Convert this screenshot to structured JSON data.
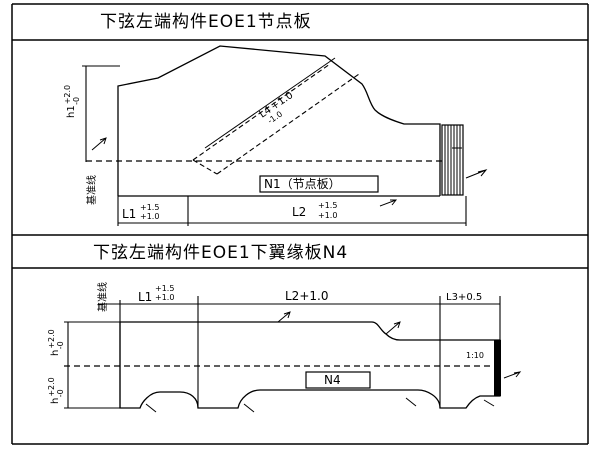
{
  "sections": [
    {
      "title": "下弦左端构件EOE1节点板"
    },
    {
      "title": "下弦左端构件EOE1下翼缘板N4"
    }
  ],
  "plate1": {
    "height_label": "h1",
    "height_tol_plus": "+2.0",
    "height_tol_minus": "-0",
    "diag_label": "L4",
    "diag_tol": "+1.0",
    "diag_tol_minus": "-1.0",
    "part_label": "N1（节点板）",
    "axis_label": "基准线",
    "l1_label": "L1",
    "l1_tol_plus": "+1.5",
    "l1_tol_minus": "+1.0",
    "l2_label": "L2",
    "l2_tol_plus": "+1.5",
    "l2_tol_minus": "+1.0"
  },
  "plate2": {
    "axis_label": "基准线",
    "l1_label": "L1",
    "l1_tol_plus": "+1.5",
    "l1_tol_minus": "+1.0",
    "l2_label": "L2+1.0",
    "l3_label": "L3+0.5",
    "h_label": "h",
    "h_tol_plus": "+2.0",
    "h_tol_minus": "-0",
    "h_lower_label": "h",
    "h_lower_tol_plus": "+2.0",
    "h_lower_tol_minus": "-0",
    "part_label": "N4",
    "slope_label": "1:10"
  }
}
